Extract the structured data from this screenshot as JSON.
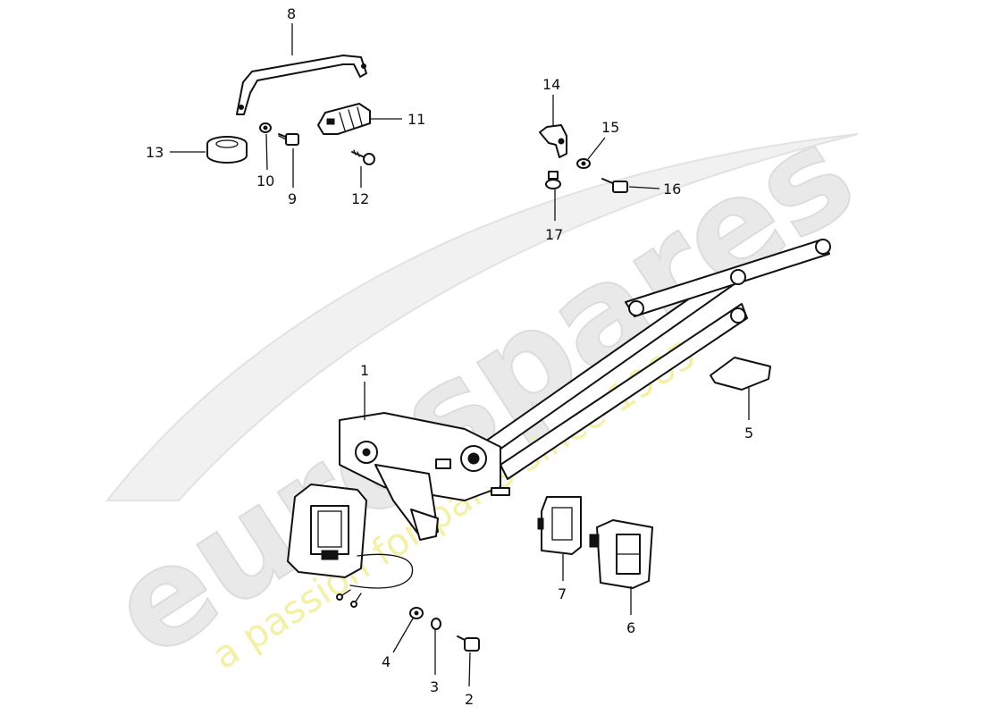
{
  "watermark": {
    "brand": "eurospares",
    "tagline": "a passion for parts since 1985",
    "brand_color": "#e6e6e6",
    "tagline_color": "#f2ee9c"
  },
  "callouts": [
    {
      "id": "c1",
      "label": "1"
    },
    {
      "id": "c2",
      "label": "2"
    },
    {
      "id": "c3",
      "label": "3"
    },
    {
      "id": "c4",
      "label": "4"
    },
    {
      "id": "c5",
      "label": "5"
    },
    {
      "id": "c6",
      "label": "6"
    },
    {
      "id": "c7",
      "label": "7"
    },
    {
      "id": "c8",
      "label": "8"
    },
    {
      "id": "c9",
      "label": "9"
    },
    {
      "id": "c10",
      "label": "10"
    },
    {
      "id": "c11",
      "label": "11"
    },
    {
      "id": "c12",
      "label": "12"
    },
    {
      "id": "c13",
      "label": "13"
    },
    {
      "id": "c14",
      "label": "14"
    },
    {
      "id": "c15",
      "label": "15"
    },
    {
      "id": "c16",
      "label": "16"
    },
    {
      "id": "c17",
      "label": "17"
    }
  ]
}
